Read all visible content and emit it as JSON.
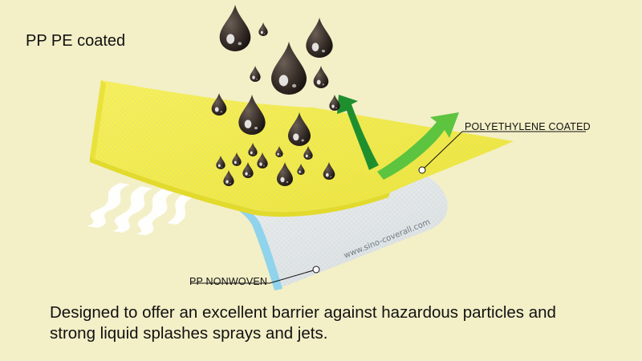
{
  "title": "PP PE coated",
  "labels": {
    "polyethylene": "POLYETHYLENE COATED",
    "nonwoven": "PP NONWOVEN",
    "watermark": "www.sino-coverall.com"
  },
  "caption": {
    "line1": "Designed to offer an excellent barrier against hazardous particles and",
    "line2": "strong liquid splashes sprays and jets."
  },
  "colors": {
    "background": "#f3efc7",
    "pe_layer": "#f2ec3c",
    "pp_layer": "#e6ecf2",
    "edge_blue": "#8fd3ec",
    "arrow_dark": "#1f8f2e",
    "arrow_light": "#58c23c",
    "drop": "#3a302a"
  },
  "icons": [
    "liquid-drop-icon",
    "arrow-icon",
    "airflow-wave-icon"
  ]
}
